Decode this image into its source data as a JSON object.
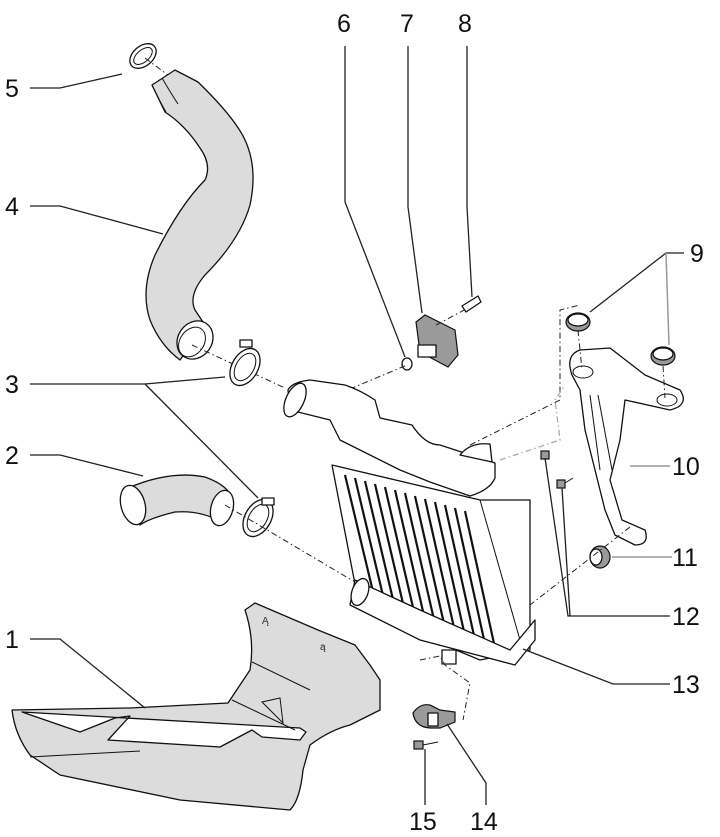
{
  "diagram": {
    "type": "exploded-parts-diagram",
    "subject": "charge air cooler (intercooler) assembly",
    "callouts": [
      {
        "number": "1",
        "part": "air guide / deflector"
      },
      {
        "number": "2",
        "part": "charge air hose (short)"
      },
      {
        "number": "3",
        "part": "hose clamps"
      },
      {
        "number": "4",
        "part": "charge air hose (long)"
      },
      {
        "number": "5",
        "part": "hose clamp / ring"
      },
      {
        "number": "6",
        "part": "O-ring"
      },
      {
        "number": "7",
        "part": "sensor"
      },
      {
        "number": "8",
        "part": "screw"
      },
      {
        "number": "9",
        "part": "rubber grommets"
      },
      {
        "number": "10",
        "part": "mounting bracket"
      },
      {
        "number": "11",
        "part": "rubber grommet"
      },
      {
        "number": "12",
        "part": "screws"
      },
      {
        "number": "13",
        "part": "charge air cooler"
      },
      {
        "number": "14",
        "part": "bracket"
      },
      {
        "number": "15",
        "part": "screw"
      }
    ]
  }
}
